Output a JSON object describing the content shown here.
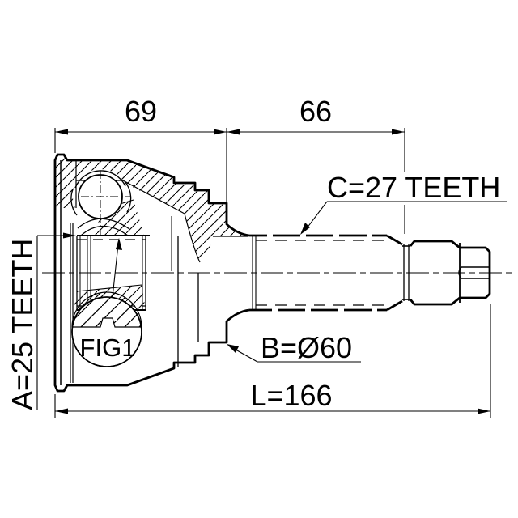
{
  "drawing": {
    "type": "technical-drawing",
    "subject": "cv-joint-outer-race-with-stub-shaft",
    "colors": {
      "background": "#ffffff",
      "line": "#000000"
    },
    "labels": {
      "dim_housing_width": "69",
      "dim_spline_length": "66",
      "outer_teeth": "C=27 TEETH",
      "inner_teeth": "A=25 TEETH",
      "outer_diameter": "B=Ø60",
      "total_length": "L=166",
      "detail_ref": "FIG1"
    }
  }
}
